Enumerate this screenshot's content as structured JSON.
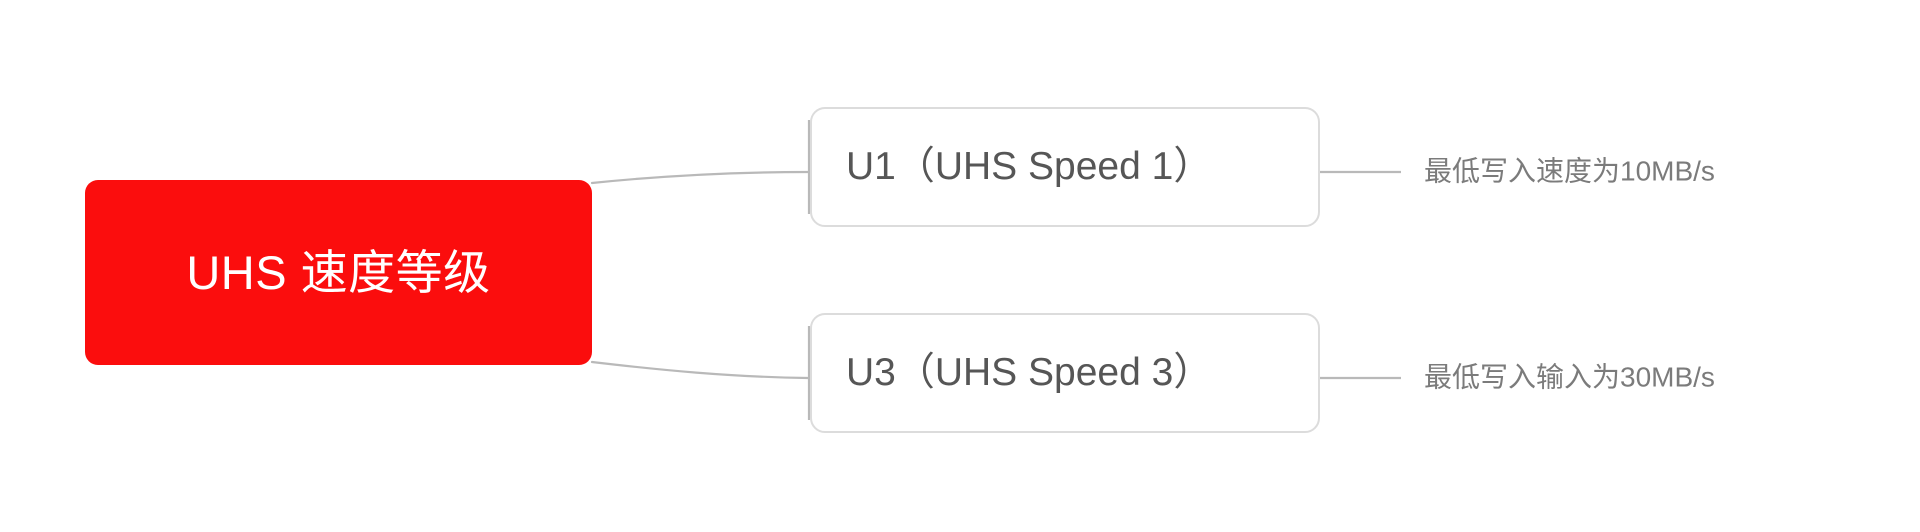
{
  "diagram": {
    "type": "mind-map",
    "orientation": "left-to-right",
    "background_color": "#ffffff",
    "connector_color": "#b9b9b9",
    "root": {
      "label": "UHS 速度等级",
      "fill_color": "#fb0d0d",
      "text_color": "#ffffff"
    },
    "branches": [
      {
        "label": "U1（UHS Speed 1）",
        "text_color": "#565656",
        "border_color": "#dcdcdc",
        "fill_color": "#ffffff",
        "leaf": {
          "label": "最低写入速度为10MB/s",
          "text_color": "#7b7b7b"
        }
      },
      {
        "label": "U3（UHS Speed 3）",
        "text_color": "#565656",
        "border_color": "#dcdcdc",
        "fill_color": "#ffffff",
        "leaf": {
          "label": "最低写入输入为30MB/s",
          "text_color": "#7b7b7b"
        }
      }
    ]
  }
}
